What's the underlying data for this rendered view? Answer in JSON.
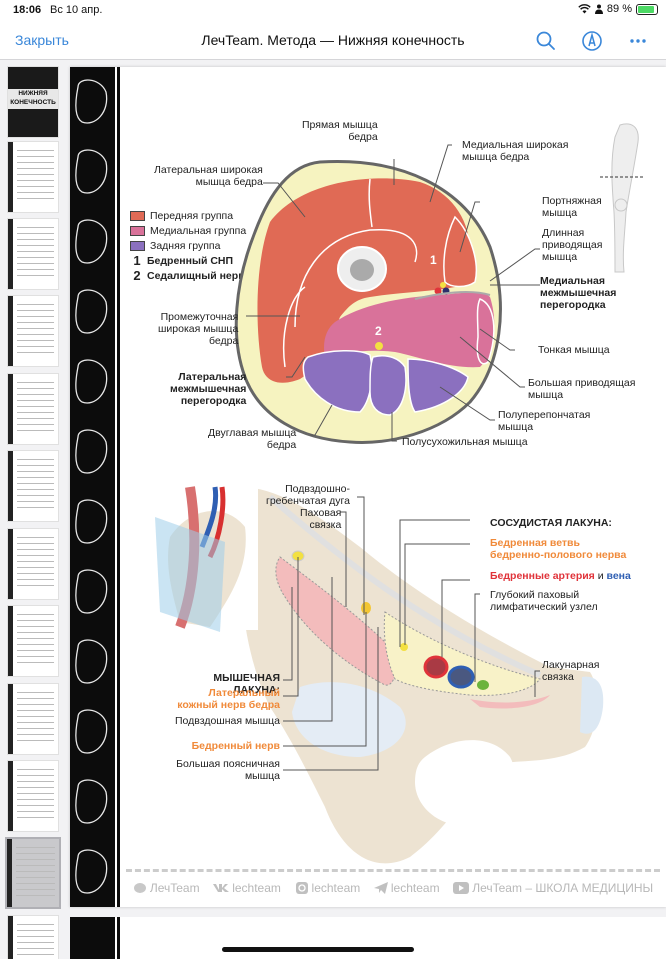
{
  "status_bar": {
    "time": "18:06",
    "date": "Вс 10 апр.",
    "battery_percent": "89 %",
    "battery_level": 0.89
  },
  "nav": {
    "close_label": "Закрыть",
    "title": "ЛечTeam. Метода — Нижняя конечность",
    "icons": [
      "search-icon",
      "markup-icon",
      "more-icon"
    ]
  },
  "sidebar": {
    "cover_title_line1": "НИЖНЯЯ",
    "cover_title_line2": "КОНЕЧНОСТЬ",
    "thumbnail_count": 12,
    "selected_index": 10
  },
  "colors": {
    "accent": "#3a87d9",
    "anterior": "#e06a55",
    "medial": "#d9729a",
    "posterior": "#8b70bf",
    "fat": "#f6f3c0",
    "orange_text": "#f08a3a",
    "artery": "#e0333a",
    "vein": "#2f5fb3",
    "lymph": "#6cb33c"
  },
  "cross_section": {
    "legend": [
      {
        "label": "Передняя группа",
        "color": "#e06a55"
      },
      {
        "label": "Медиальная группа",
        "color": "#d9729a"
      },
      {
        "label": "Задняя группа",
        "color": "#8b70bf"
      }
    ],
    "numbered": [
      {
        "num": "1",
        "label": "Бедренный СНП"
      },
      {
        "num": "2",
        "label": "Седалищный нерв"
      }
    ],
    "labels": {
      "rectus_femoris": "Прямая мышца\nбедра",
      "vastus_lateralis": "Латеральная широкая\nмышца бедра",
      "vastus_medialis": "Медиальная широкая\nмышца бедра",
      "sartorius": "Портняжная\nмышца",
      "adductor_longus": "Длинная\nприводящая\nмышца",
      "medial_septum": "Медиальная\nмежмышечная\nперегородка",
      "vastus_intermedius": "Промежуточная\nширокая мышца\nбедра",
      "gracilis": "Тонкая мышца",
      "lateral_septum": "Латеральная\nмежмышечная\nперегородка",
      "adductor_magnus": "Большая приводящая\nмышца",
      "semimembranosus": "Полуперепончатая\nмышца",
      "biceps_femoris": "Двуглавая мышца\nбедра",
      "semitendinosus": "Полусухожильная мышца"
    },
    "marker_1": "1",
    "marker_2": "2"
  },
  "lacuna": {
    "labels": {
      "iliopectineal_arch": "Подвздошно-\nгребенчатая дуга",
      "inguinal_ligament": "Паховая\nсвязка",
      "vascular_lacuna": "СОСУДИСТАЯ ЛАКУНА:",
      "femoral_branch": "Бедренная ветвь\nбедренно-полового нерва",
      "femoral_vessels_a": "Бедренные",
      "femoral_vessels_b": "артерия",
      "femoral_vessels_c": "и",
      "femoral_vessels_d": "вена",
      "deep_lymph_node": "Глубокий паховый\nлимфатический узлел",
      "lacunar_ligament": "Лакунарная\nсвязка",
      "muscular_lacuna": "МЫШЕЧНАЯ ЛАКУНА:",
      "lat_cutaneous_nerve": "Латеральный\nкожный нерв бедра",
      "iliacus": "Подвздошная мышца",
      "femoral_nerve": "Бедренный нерв",
      "psoas_major": "Большая поясничная\nмышца"
    }
  },
  "footer": {
    "items": [
      {
        "icon": "brain-icon",
        "text": "ЛечTeam"
      },
      {
        "icon": "vk-icon",
        "text": "lechteam"
      },
      {
        "icon": "instagram-icon",
        "text": "lechteam"
      },
      {
        "icon": "telegram-icon",
        "text": "lechteam"
      },
      {
        "icon": "youtube-icon",
        "text": "ЛечTeam – ШКОЛА МЕДИЦИНЫ"
      }
    ]
  }
}
